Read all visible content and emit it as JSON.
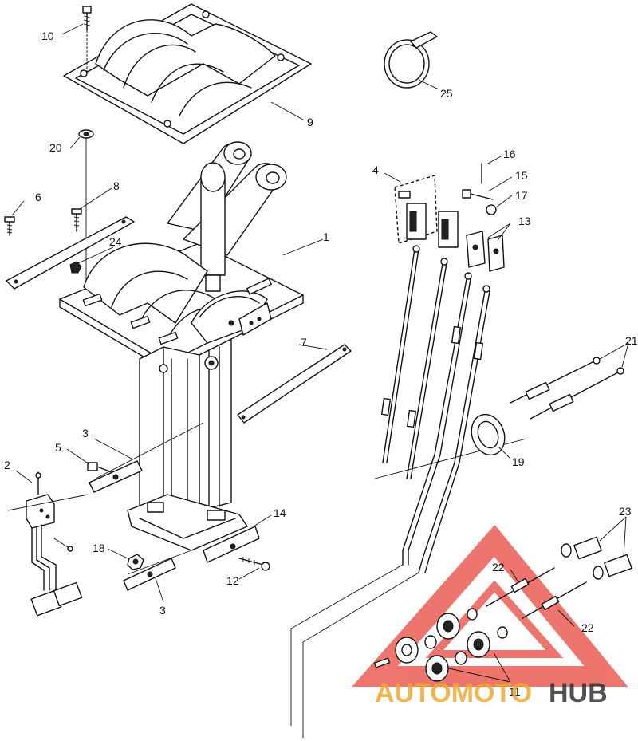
{
  "diagram": {
    "type": "exploded-parts-diagram",
    "part_callouts": [
      {
        "id": "c1",
        "label": "1"
      },
      {
        "id": "c2",
        "label": "2"
      },
      {
        "id": "c3a",
        "label": "3"
      },
      {
        "id": "c3b",
        "label": "3"
      },
      {
        "id": "c4",
        "label": "4"
      },
      {
        "id": "c5",
        "label": "5"
      },
      {
        "id": "c6",
        "label": "6"
      },
      {
        "id": "c7",
        "label": "7"
      },
      {
        "id": "c8",
        "label": "8"
      },
      {
        "id": "c9",
        "label": "9"
      },
      {
        "id": "c10",
        "label": "10"
      },
      {
        "id": "c11",
        "label": "11"
      },
      {
        "id": "c12",
        "label": "12"
      },
      {
        "id": "c13",
        "label": "13"
      },
      {
        "id": "c14",
        "label": "14"
      },
      {
        "id": "c15",
        "label": "15"
      },
      {
        "id": "c16",
        "label": "16"
      },
      {
        "id": "c17",
        "label": "17"
      },
      {
        "id": "c18",
        "label": "18"
      },
      {
        "id": "c19",
        "label": "19"
      },
      {
        "id": "c20",
        "label": "20"
      },
      {
        "id": "c21",
        "label": "21"
      },
      {
        "id": "c22a",
        "label": "22"
      },
      {
        "id": "c22b",
        "label": "22"
      },
      {
        "id": "c23",
        "label": "23"
      },
      {
        "id": "c24",
        "label": "24"
      },
      {
        "id": "c25",
        "label": "25"
      }
    ]
  },
  "watermark": {
    "brand_part1": "AUTOMOTO",
    "brand_part2": "HUB",
    "color_red": "#e8483d",
    "color_orange": "#f0a830",
    "color_dark": "#333333"
  }
}
